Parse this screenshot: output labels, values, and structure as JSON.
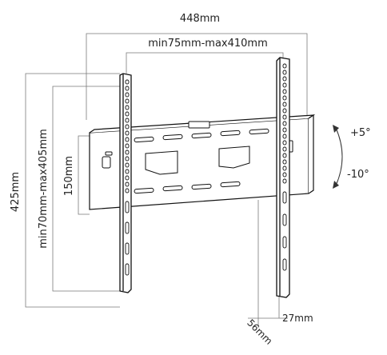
{
  "dimensions": {
    "overall_width": "448mm",
    "hole_width_range": "min75mm-max410mm",
    "overall_height": "425mm",
    "hole_height_range": "min70mm-max405mm",
    "plate_height": "150mm",
    "depth_max": "56mm",
    "depth_min": "27mm"
  },
  "tilt": {
    "up": "+5°",
    "down": "-10°"
  }
}
